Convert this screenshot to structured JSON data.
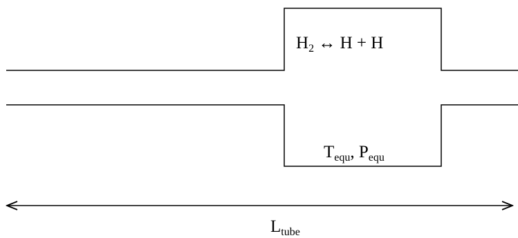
{
  "reaction": {
    "reactant_base": "H",
    "reactant_sub": "2",
    "arrow": " ↔ ",
    "products": "H + H"
  },
  "conditions": {
    "temperature_base": "T",
    "temperature_sub": "equ",
    "separator": ", ",
    "pressure_base": "P",
    "pressure_sub": "equ"
  },
  "dimension": {
    "length_base": "L",
    "length_sub": "tube"
  }
}
